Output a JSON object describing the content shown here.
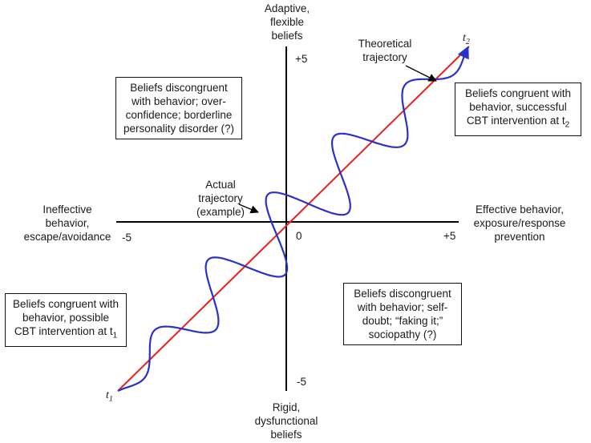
{
  "axes": {
    "top_label": [
      "Adaptive,",
      "flexible",
      "beliefs"
    ],
    "bottom_label": [
      "Rigid,",
      "dysfunctional",
      "beliefs"
    ],
    "left_label": [
      "Ineffective",
      "behavior,",
      "escape/avoidance"
    ],
    "right_label": [
      "Effective behavior,",
      "exposure/response",
      "prevention"
    ],
    "ticks": {
      "x_min": "-5",
      "x_max": "+5",
      "origin": "0",
      "y_max": "+5",
      "y_min": "-5"
    }
  },
  "boxes": {
    "top_left": [
      "Beliefs discongruent",
      "with behavior; over-",
      "confidence; borderline",
      "personality disorder (?)"
    ],
    "top_right": [
      "Beliefs congruent with",
      "behavior, successful",
      "CBT intervention at t",
      "2"
    ],
    "bottom_left": [
      "Beliefs congruent with",
      "behavior, possible",
      "CBT intervention at t",
      "1"
    ],
    "bottom_right": [
      "Beliefs discongruent",
      "with behavior; self-",
      "doubt; “faking it;”",
      "sociopathy (?)"
    ]
  },
  "annotations": {
    "theoretical": [
      "Theoretical",
      "trajectory"
    ],
    "actual": [
      "Actual",
      "trajectory",
      "(example)"
    ]
  },
  "time_labels": {
    "start": {
      "t": "t",
      "sub": "1"
    },
    "end": {
      "t": "t",
      "sub": "2"
    }
  },
  "colors": {
    "axis": "#000000",
    "theoretical_line": "#e8211c",
    "actual_line": "#2832c8",
    "text": "#1a1a1a"
  }
}
